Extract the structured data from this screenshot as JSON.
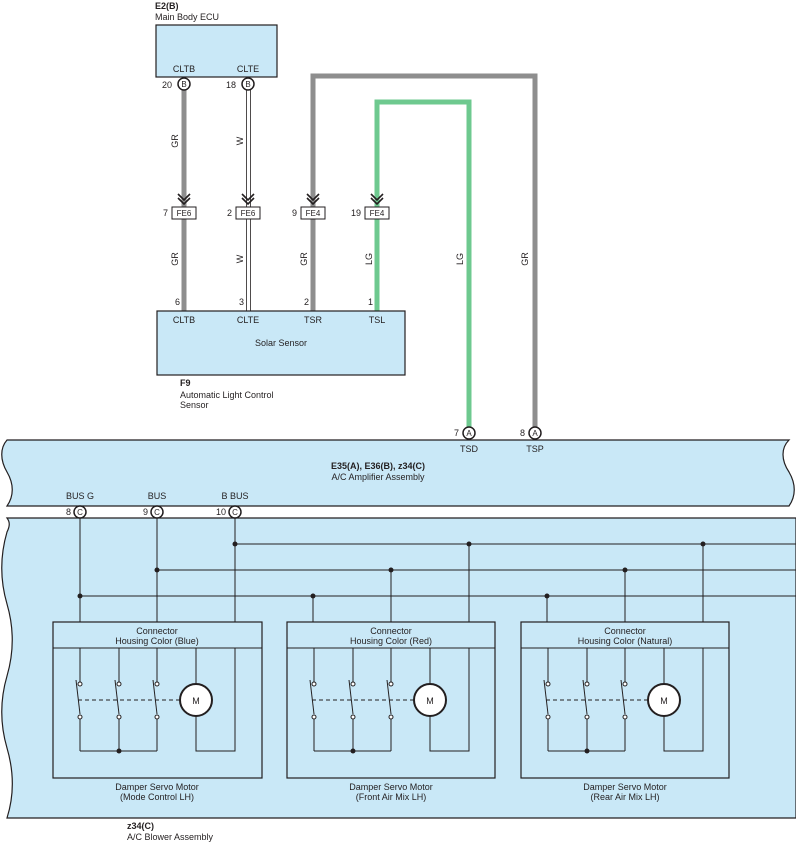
{
  "colors": {
    "box_fill": "#c9e8f7",
    "line": "#231f20",
    "wire_gray": "#8e8e8e",
    "wire_green": "#6ec98f"
  },
  "ecu": {
    "code": "E2(B)",
    "name": "Main Body ECU"
  },
  "ecu_pins": [
    {
      "num": "20",
      "conn": "B",
      "name": "CLTB"
    },
    {
      "num": "18",
      "conn": "B",
      "name": "CLTE"
    }
  ],
  "junctions": [
    {
      "num": "7",
      "label": "FE6"
    },
    {
      "num": "2",
      "label": "FE6"
    },
    {
      "num": "9",
      "label": "FE4"
    },
    {
      "num": "19",
      "label": "FE4"
    }
  ],
  "wire_colors": {
    "cltb_upper": "GR",
    "clte_upper": "W",
    "cltb_lower": "GR",
    "clte_lower": "W",
    "tsr_lower": "GR",
    "tsl_lower": "LG",
    "tsd": "LG",
    "tsp": "GR"
  },
  "sensor": {
    "code": "F9",
    "name_line1": "Automatic Light Control",
    "name_line2": "Sensor",
    "inner_label": "Solar Sensor",
    "pins": [
      {
        "num": "6",
        "name": "CLTB"
      },
      {
        "num": "3",
        "name": "CLTE"
      },
      {
        "num": "2",
        "name": "TSR"
      },
      {
        "num": "1",
        "name": "TSL"
      }
    ]
  },
  "amp_pins": [
    {
      "num": "7",
      "conn": "A",
      "name": "TSD"
    },
    {
      "num": "8",
      "conn": "A",
      "name": "TSP"
    }
  ],
  "amplifier": {
    "code": "E35(A), E36(B), z34(C)",
    "name": "A/C Amplifier Assembly"
  },
  "bus_pins": [
    {
      "num": "8",
      "conn": "C",
      "name": "BUS G"
    },
    {
      "num": "9",
      "conn": "C",
      "name": "BUS"
    },
    {
      "num": "10",
      "conn": "C",
      "name": "B BUS"
    }
  ],
  "motors": [
    {
      "conn_line1": "Connector",
      "conn_line2": "Housing Color (Blue)",
      "name_line1": "Damper Servo Motor",
      "name_line2": "(Mode Control LH)",
      "symbol": "M"
    },
    {
      "conn_line1": "Connector",
      "conn_line2": "Housing Color (Red)",
      "name_line1": "Damper Servo Motor",
      "name_line2": "(Front Air Mix LH)",
      "symbol": "M"
    },
    {
      "conn_line1": "Connector",
      "conn_line2": "Housing Color (Natural)",
      "name_line1": "Damper Servo Motor",
      "name_line2": "(Rear Air Mix LH)",
      "symbol": "M"
    }
  ],
  "blower": {
    "code": "z34(C)",
    "name": "A/C Blower Assembly"
  }
}
